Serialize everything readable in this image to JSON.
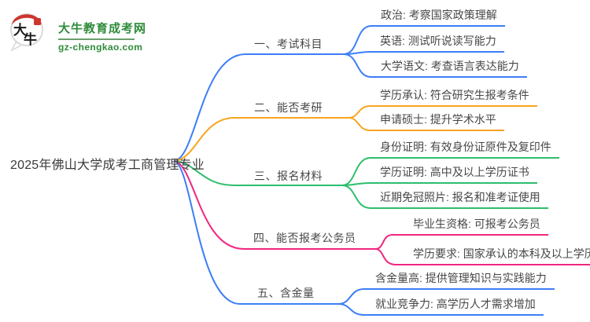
{
  "header": {
    "logo_char_1": "大",
    "logo_char_2": "牛",
    "site_name": "大牛教育成考网",
    "site_url": "gz-chengkao.com",
    "brand_green": "#2e8b3a",
    "brand_red": "#d0342c"
  },
  "mindmap": {
    "root": "2025年佛山大学成考工商管理专业",
    "branches": [
      {
        "label": "一、考试科目",
        "color": "#3d7ef7",
        "children": [
          "政治: 考察国家政策理解",
          "英语: 测试听说读写能力",
          "大学语文: 考查语言表达能力"
        ]
      },
      {
        "label": "二、能否考研",
        "color": "#f7a521",
        "children": [
          "学历承认: 符合研究生报考条件",
          "申请硕士: 提升学术水平"
        ]
      },
      {
        "label": "三、报名材料",
        "color": "#2dbe6c",
        "children": [
          "身份证明: 有效身份证原件及复印件",
          "学历证明: 高中及以上学历证书",
          "近期免冠照片: 报名和准考证使用"
        ]
      },
      {
        "label": "四、能否报考公务员",
        "color": "#f1267f",
        "children": [
          "毕业生资格: 可报考公务员",
          "学历要求: 国家承认的本科及以上学历"
        ]
      },
      {
        "label": "五、含金量",
        "color": "#3d7ef7",
        "children": [
          "含金量高: 提供管理知识与实践能力",
          "就业竞争力: 高学历人才需求增加"
        ]
      }
    ]
  }
}
